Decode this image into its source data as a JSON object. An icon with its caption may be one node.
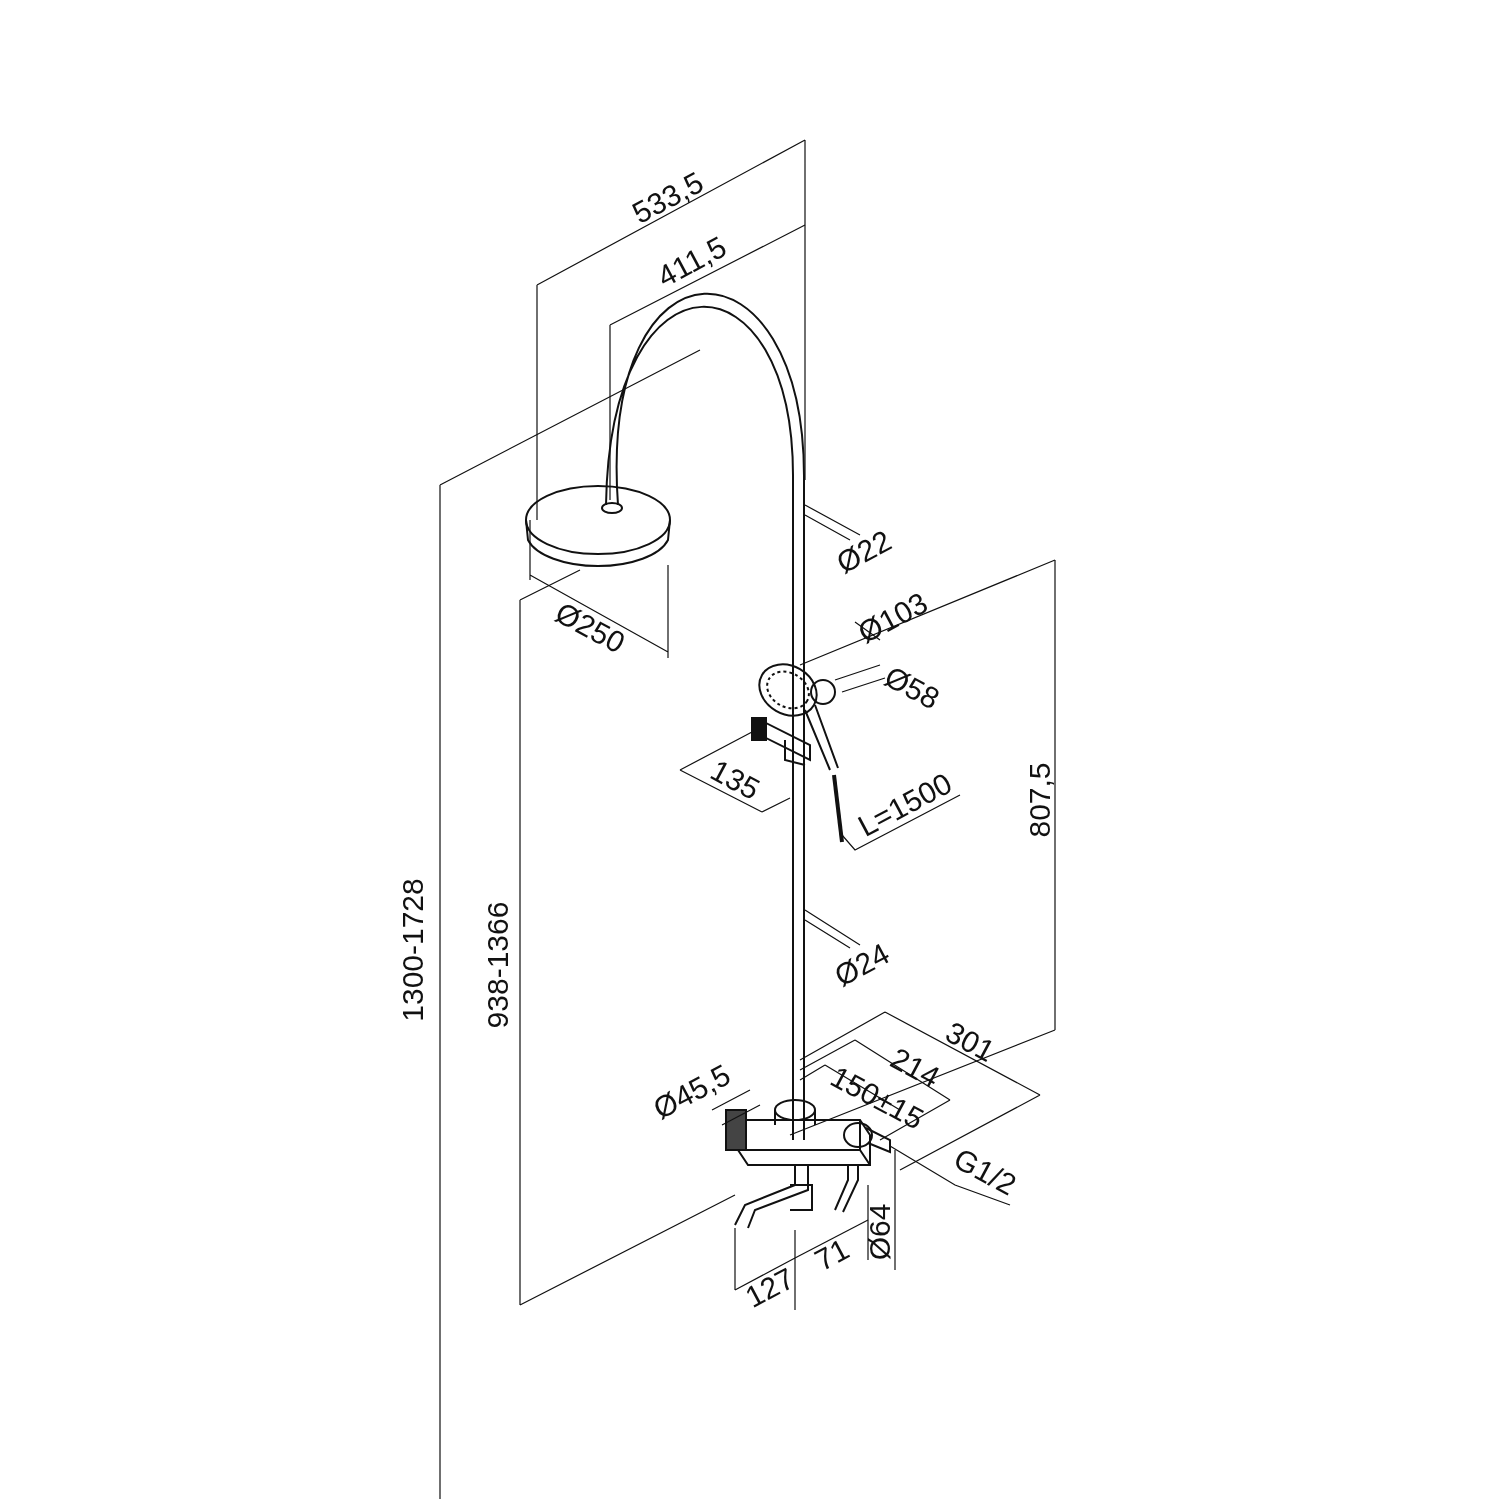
{
  "diagram": {
    "nodes": [
      {
        "text": [
          "L=1500"
        ]
      },
      {
        "text": [],
        "shape": "picture"
      },
      {
        "text": [
          "G1/2"
        ]
      },
      {
        "text": [],
        "shape": "picture"
      }
    ],
    "edges": [
      {
        "from": 0,
        "to": 1,
        "arrow": "none"
      },
      {
        "from": 2,
        "to": 3,
        "arrow": "none"
      }
    ],
    "labels": [
      "533,5",
      "411,5",
      "Ø22",
      "Ø250",
      "Ø103",
      "Ø58",
      "135",
      "807,5",
      "1300-1728",
      "938-1366",
      "Ø24",
      "301",
      "214",
      "Ø45,5",
      "150±15",
      "Ø64",
      "127",
      "71"
    ]
  }
}
